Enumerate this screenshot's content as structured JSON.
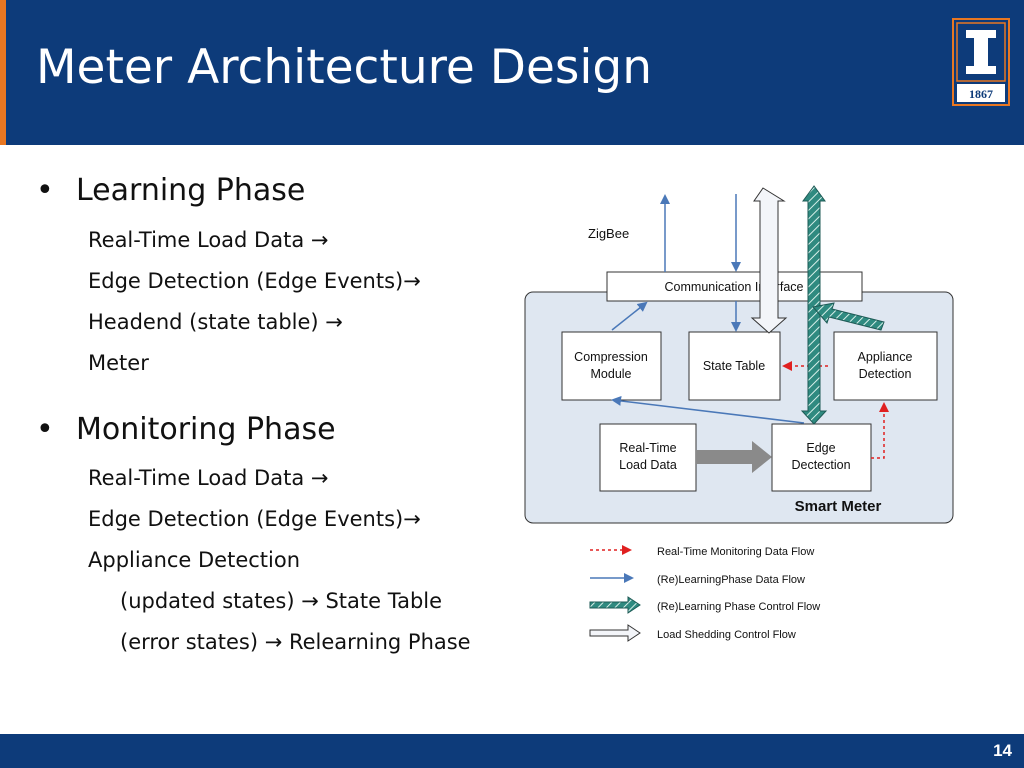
{
  "slide": {
    "title": "Meter Architecture Design",
    "page_number": "14",
    "logo_year": "1867"
  },
  "bullets": [
    {
      "label": "Learning Phase",
      "lines": [
        "Real-Time Load Data →",
        "Edge Detection (Edge Events)→",
        "Headend (state table) →",
        "Meter"
      ]
    },
    {
      "label": "Monitoring Phase",
      "lines": [
        "Real-Time Load Data →",
        "Edge Detection (Edge Events)→",
        "Appliance Detection",
        "(updated states) → State Table",
        "(error states) → Relearning Phase"
      ]
    }
  ],
  "diagram": {
    "zigbee": "ZigBee",
    "comm_interface": "Communication Interface",
    "compression_line1": "Compression",
    "compression_line2": "Module",
    "state_table": "State Table",
    "appliance_line1": "Appliance",
    "appliance_line2": "Detection",
    "realtime_line1": "Real-Time",
    "realtime_line2": "Load Data",
    "edge_line1": "Edge",
    "edge_line2": "Dectection",
    "smart_meter": "Smart Meter"
  },
  "legend": [
    {
      "label": "Real-Time Monitoring Data Flow",
      "style": "red-dotted"
    },
    {
      "label": "(Re)LearningPhase Data Flow",
      "style": "blue-line"
    },
    {
      "label": "(Re)Learning Phase Control Flow",
      "style": "teal-hatched"
    },
    {
      "label": "Load Shedding Control Flow",
      "style": "hollow"
    }
  ],
  "colors": {
    "header_bg": "#0d3b7a",
    "accent": "#e87722",
    "meter_box_bg": "#dfe7f1",
    "blue_arrow": "#4a78b8",
    "red_arrow": "#e02020",
    "teal_arrow": "#2f8a80"
  }
}
